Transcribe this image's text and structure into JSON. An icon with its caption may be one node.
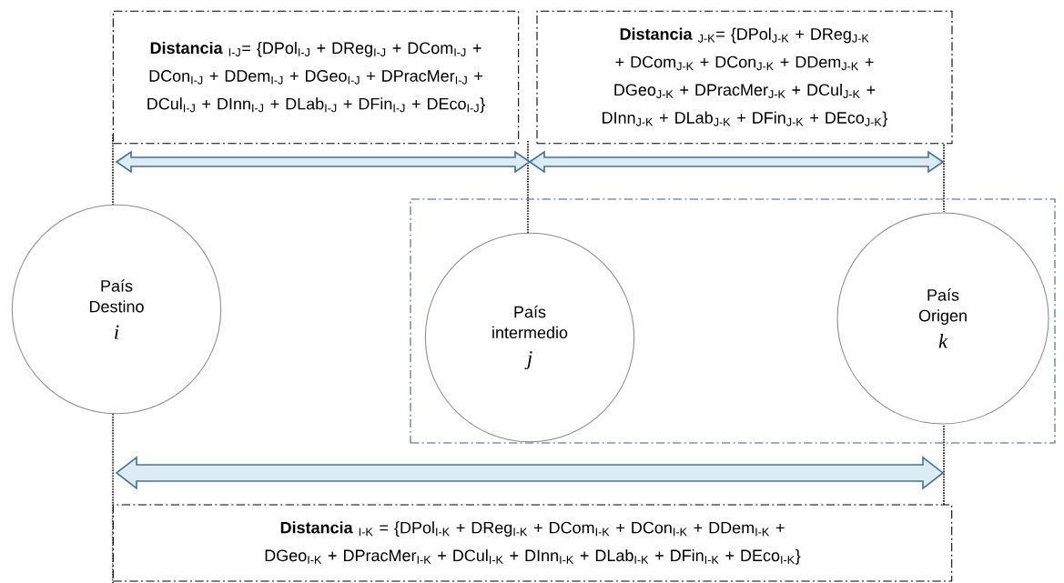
{
  "diagram": {
    "nodes": [
      {
        "text": [
          "**Distancia** $_{I-J}$= {DPol$_{I-J}$ + DReg$_{I-J}$ + DCom$_{I-J}$ + DCon$_{I-J}$ + DDem$_{I-J}$ + DGeo$_{I-J}$ + DPracMer$_{I-J}$ + DCul$_{I-J}$ + DInn$_{I-J}$ + DLab$_{I-J}$ + DFin$_{I-J}$ + DEco$_{I-J}$}"
        ]
      },
      {
        "text": [
          "**Distancia** $_{J-K}$= {DPol$_{J-K}$ + DReg$_{J-K}$ + DCom$_{J-K}$ + DCon$_{J-K}$ + DDem$_{J-K}$ + DGeo$_{J-K}$ + DPracMer$_{J-K}$ + DCul$_{J-K}$ + DInn$_{J-K}$ + DLab$_{J-K}$ + DFin$_{J-K}$ + DEco$_{J-K}$}"
        ]
      },
      {
        "text": [
          "País Destino",
          "i"
        ]
      },
      {
        "text": [],
        "shape": "box"
      },
      {
        "text": [
          "País intermedio",
          "j"
        ],
        "in": 3
      },
      {
        "text": [
          "País Origen",
          "k"
        ],
        "in": 3
      },
      {
        "text": [
          "**Distancia** $_{I-K}$ = {DPol$_{I-K}$ + DReg$_{I-K}$ + DCom$_{I-K}$ + DCon$_{I-K}$ + DDem$_{I-K}$ + DGeo$_{I-K}$ + DPracMer$_{I-K}$ + DCul$_{I-K}$ + DInn$_{I-K}$ + DLab$_{I-K}$ + DFin$_{I-K}$ + DEco$_{I-K}$}"
        ]
      }
    ],
    "edges": [
      {
        "from": 2,
        "to": 4,
        "arrow": "both"
      },
      {
        "from": 4,
        "to": 5,
        "arrow": "both"
      },
      {
        "from": 2,
        "to": 5,
        "arrow": "both",
        "style": "thick"
      }
    ]
  }
}
